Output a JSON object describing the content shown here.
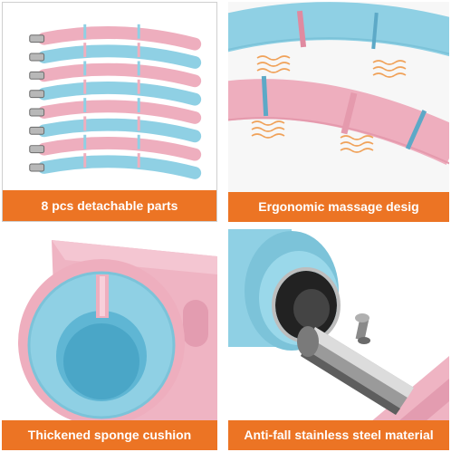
{
  "panels": [
    {
      "caption": "8 pcs detachable parts"
    },
    {
      "caption": "Ergonomic massage desig"
    },
    {
      "caption": "Thickened sponge cushion"
    },
    {
      "caption": "Anti-fall stainless steel material"
    }
  ],
  "colors": {
    "caption_bg": "#ec7424",
    "caption_text": "#ffffff",
    "pink": "#eeaebe",
    "blue": "#8fd0e4",
    "wave": "#f0a25a",
    "steel": "#9a9a9a"
  }
}
